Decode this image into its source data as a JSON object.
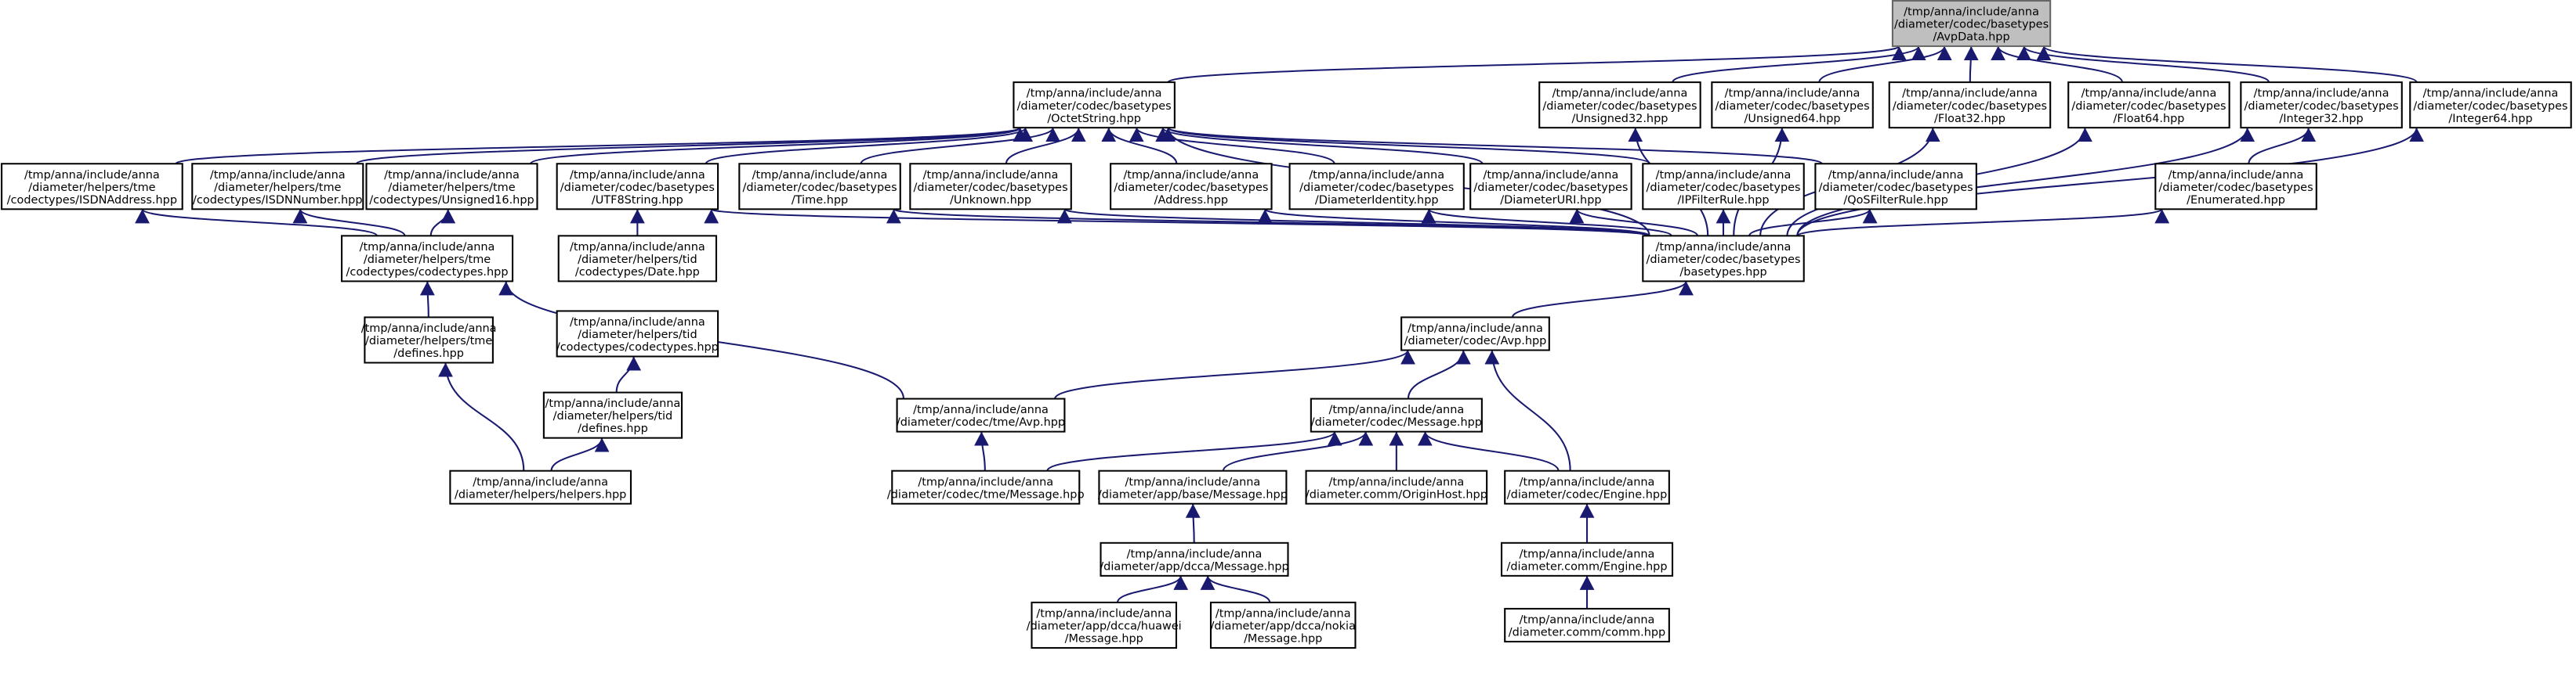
{
  "nodes": [
    {
      "id": "avpdata",
      "root": true,
      "lines": [
        "/tmp/anna/include/anna",
        "/diameter/codec/basetypes",
        "/AvpData.hpp"
      ]
    },
    {
      "id": "octetstring",
      "lines": [
        "/tmp/anna/include/anna",
        "/diameter/codec/basetypes",
        "/OctetString.hpp"
      ]
    },
    {
      "id": "unsigned32",
      "lines": [
        "/tmp/anna/include/anna",
        "/diameter/codec/basetypes",
        "/Unsigned32.hpp"
      ]
    },
    {
      "id": "unsigned64",
      "lines": [
        "/tmp/anna/include/anna",
        "/diameter/codec/basetypes",
        "/Unsigned64.hpp"
      ]
    },
    {
      "id": "float32",
      "lines": [
        "/tmp/anna/include/anna",
        "/diameter/codec/basetypes",
        "/Float32.hpp"
      ]
    },
    {
      "id": "float64",
      "lines": [
        "/tmp/anna/include/anna",
        "/diameter/codec/basetypes",
        "/Float64.hpp"
      ]
    },
    {
      "id": "integer32",
      "lines": [
        "/tmp/anna/include/anna",
        "/diameter/codec/basetypes",
        "/Integer32.hpp"
      ]
    },
    {
      "id": "integer64",
      "lines": [
        "/tmp/anna/include/anna",
        "/diameter/codec/basetypes",
        "/Integer64.hpp"
      ]
    },
    {
      "id": "isdnaddress",
      "lines": [
        "/tmp/anna/include/anna",
        "/diameter/helpers/tme",
        "/codectypes/ISDNAddress.hpp"
      ]
    },
    {
      "id": "isdnnumber",
      "lines": [
        "/tmp/anna/include/anna",
        "/diameter/helpers/tme",
        "/codectypes/ISDNNumber.hpp"
      ]
    },
    {
      "id": "unsigned16",
      "lines": [
        "/tmp/anna/include/anna",
        "/diameter/helpers/tme",
        "/codectypes/Unsigned16.hpp"
      ]
    },
    {
      "id": "utf8string",
      "lines": [
        "/tmp/anna/include/anna",
        "/diameter/codec/basetypes",
        "/UTF8String.hpp"
      ]
    },
    {
      "id": "time",
      "lines": [
        "/tmp/anna/include/anna",
        "/diameter/codec/basetypes",
        "/Time.hpp"
      ]
    },
    {
      "id": "unknown",
      "lines": [
        "/tmp/anna/include/anna",
        "/diameter/codec/basetypes",
        "/Unknown.hpp"
      ]
    },
    {
      "id": "address",
      "lines": [
        "/tmp/anna/include/anna",
        "/diameter/codec/basetypes",
        "/Address.hpp"
      ]
    },
    {
      "id": "diameteridentity",
      "lines": [
        "/tmp/anna/include/anna",
        "/diameter/codec/basetypes",
        "/DiameterIdentity.hpp"
      ]
    },
    {
      "id": "diameteruri",
      "lines": [
        "/tmp/anna/include/anna",
        "/diameter/codec/basetypes",
        "/DiameterURI.hpp"
      ]
    },
    {
      "id": "ipfilterrule",
      "lines": [
        "/tmp/anna/include/anna",
        "/diameter/codec/basetypes",
        "/IPFilterRule.hpp"
      ]
    },
    {
      "id": "qosfilterrule",
      "lines": [
        "/tmp/anna/include/anna",
        "/diameter/codec/basetypes",
        "/QoSFilterRule.hpp"
      ]
    },
    {
      "id": "enumerated",
      "lines": [
        "/tmp/anna/include/anna",
        "/diameter/codec/basetypes",
        "/Enumerated.hpp"
      ]
    },
    {
      "id": "tmecodectypes",
      "lines": [
        "/tmp/anna/include/anna",
        "/diameter/helpers/tme",
        "/codectypes/codectypes.hpp"
      ]
    },
    {
      "id": "tiddate",
      "lines": [
        "/tmp/anna/include/anna",
        "/diameter/helpers/tid",
        "/codectypes/Date.hpp"
      ]
    },
    {
      "id": "basetypes",
      "lines": [
        "/tmp/anna/include/anna",
        "/diameter/codec/basetypes",
        "/basetypes.hpp"
      ]
    },
    {
      "id": "tmedefines",
      "lines": [
        "/tmp/anna/include/anna",
        "/diameter/helpers/tme",
        "/defines.hpp"
      ]
    },
    {
      "id": "tidcodectypes",
      "lines": [
        "/tmp/anna/include/anna",
        "/diameter/helpers/tid",
        "/codectypes/codectypes.hpp"
      ]
    },
    {
      "id": "avp",
      "lines": [
        "/tmp/anna/include/anna",
        "/diameter/codec/Avp.hpp"
      ]
    },
    {
      "id": "tiddefines",
      "lines": [
        "/tmp/anna/include/anna",
        "/diameter/helpers/tid",
        "/defines.hpp"
      ]
    },
    {
      "id": "tmeavp",
      "lines": [
        "/tmp/anna/include/anna",
        "/diameter/codec/tme/Avp.hpp"
      ]
    },
    {
      "id": "message",
      "lines": [
        "/tmp/anna/include/anna",
        "/diameter/codec/Message.hpp"
      ]
    },
    {
      "id": "helpers",
      "lines": [
        "/tmp/anna/include/anna",
        "/diameter/helpers/helpers.hpp"
      ]
    },
    {
      "id": "tmemessage",
      "lines": [
        "/tmp/anna/include/anna",
        "/diameter/codec/tme/Message.hpp"
      ]
    },
    {
      "id": "appbasemessage",
      "lines": [
        "/tmp/anna/include/anna",
        "/diameter/app/base/Message.hpp"
      ]
    },
    {
      "id": "originhost",
      "lines": [
        "/tmp/anna/include/anna",
        "/diameter.comm/OriginHost.hpp"
      ]
    },
    {
      "id": "engine",
      "lines": [
        "/tmp/anna/include/anna",
        "/diameter/codec/Engine.hpp"
      ]
    },
    {
      "id": "dccamessage",
      "lines": [
        "/tmp/anna/include/anna",
        "/diameter/app/dcca/Message.hpp"
      ]
    },
    {
      "id": "commengine",
      "lines": [
        "/tmp/anna/include/anna",
        "/diameter.comm/Engine.hpp"
      ]
    },
    {
      "id": "huawei",
      "lines": [
        "/tmp/anna/include/anna",
        "/diameter/app/dcca/huawei",
        "/Message.hpp"
      ]
    },
    {
      "id": "nokia",
      "lines": [
        "/tmp/anna/include/anna",
        "/diameter/app/dcca/nokia",
        "/Message.hpp"
      ]
    },
    {
      "id": "comm",
      "lines": [
        "/tmp/anna/include/anna",
        "/diameter.comm/comm.hpp"
      ]
    }
  ],
  "edges": [
    [
      "octetstring",
      "avpdata"
    ],
    [
      "unsigned32",
      "avpdata"
    ],
    [
      "unsigned64",
      "avpdata"
    ],
    [
      "float32",
      "avpdata"
    ],
    [
      "float64",
      "avpdata"
    ],
    [
      "integer32",
      "avpdata"
    ],
    [
      "integer64",
      "avpdata"
    ],
    [
      "isdnaddress",
      "octetstring"
    ],
    [
      "isdnnumber",
      "octetstring"
    ],
    [
      "unsigned16",
      "octetstring"
    ],
    [
      "utf8string",
      "octetstring"
    ],
    [
      "time",
      "octetstring"
    ],
    [
      "unknown",
      "octetstring"
    ],
    [
      "address",
      "octetstring"
    ],
    [
      "diameteridentity",
      "octetstring"
    ],
    [
      "diameteruri",
      "octetstring"
    ],
    [
      "ipfilterrule",
      "octetstring"
    ],
    [
      "qosfilterrule",
      "octetstring"
    ],
    [
      "basetypes",
      "octetstring"
    ],
    [
      "basetypes",
      "unsigned32"
    ],
    [
      "basetypes",
      "unsigned64"
    ],
    [
      "basetypes",
      "float32"
    ],
    [
      "basetypes",
      "float64"
    ],
    [
      "basetypes",
      "integer32"
    ],
    [
      "basetypes",
      "integer64"
    ],
    [
      "enumerated",
      "integer32"
    ],
    [
      "tmecodectypes",
      "isdnaddress"
    ],
    [
      "tmecodectypes",
      "isdnnumber"
    ],
    [
      "tmecodectypes",
      "unsigned16"
    ],
    [
      "tiddate",
      "utf8string"
    ],
    [
      "basetypes",
      "utf8string"
    ],
    [
      "basetypes",
      "time"
    ],
    [
      "basetypes",
      "unknown"
    ],
    [
      "basetypes",
      "address"
    ],
    [
      "basetypes",
      "diameteridentity"
    ],
    [
      "basetypes",
      "diameteruri"
    ],
    [
      "basetypes",
      "ipfilterrule"
    ],
    [
      "basetypes",
      "qosfilterrule"
    ],
    [
      "basetypes",
      "enumerated"
    ],
    [
      "tmedefines",
      "tmecodectypes"
    ],
    [
      "tmeavp",
      "tmecodectypes"
    ],
    [
      "avp",
      "basetypes"
    ],
    [
      "tiddefines",
      "tidcodectypes"
    ],
    [
      "helpers",
      "tmedefines"
    ],
    [
      "helpers",
      "tiddefines"
    ],
    [
      "tmeavp",
      "avp"
    ],
    [
      "message",
      "avp"
    ],
    [
      "engine",
      "avp"
    ],
    [
      "tmemessage",
      "message"
    ],
    [
      "appbasemessage",
      "message"
    ],
    [
      "originhost",
      "message"
    ],
    [
      "engine",
      "message"
    ],
    [
      "tmemessage",
      "tmeavp"
    ],
    [
      "dccamessage",
      "appbasemessage"
    ],
    [
      "commengine",
      "engine"
    ],
    [
      "huawei",
      "dccamessage"
    ],
    [
      "nokia",
      "dccamessage"
    ],
    [
      "comm",
      "commengine"
    ]
  ]
}
